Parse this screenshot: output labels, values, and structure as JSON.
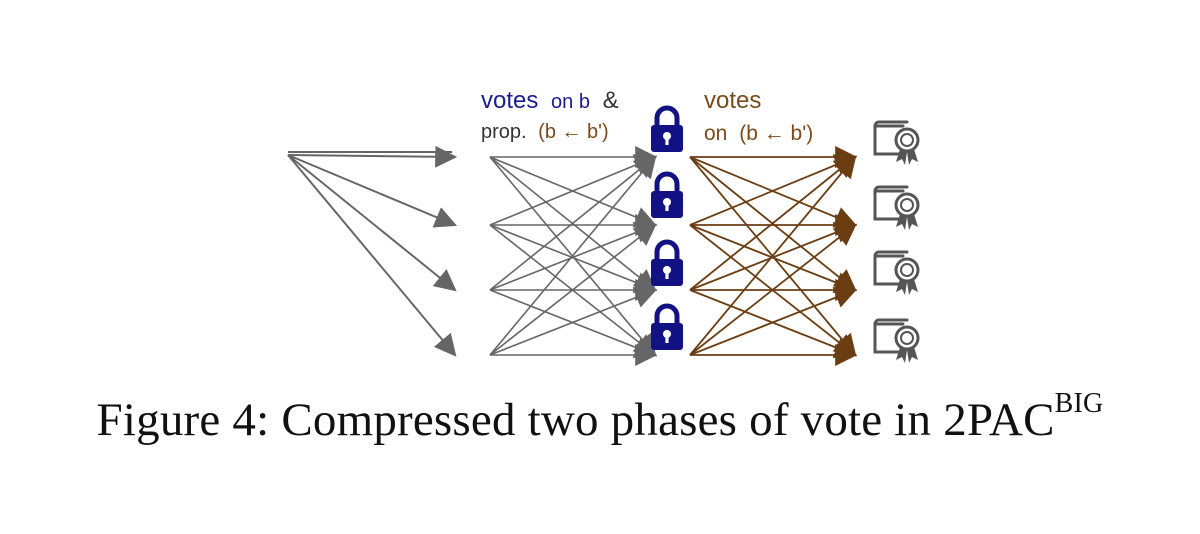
{
  "labels": {
    "phase1_votes": "votes",
    "phase1_on_b": "on b",
    "phase1_amp": "&",
    "phase1_prop": "prop.",
    "phase1_prop_expr": "(b ← b')",
    "phase2_votes": "votes",
    "phase2_on": "on",
    "phase2_expr": "(b ← b')"
  },
  "caption": {
    "text": "Figure 4: Compressed two phases of vote in 2PAC",
    "superscript": "BIG"
  },
  "colors": {
    "phase1_arrows": "#666666",
    "phase2_arrows": "#6b3d12",
    "lock": "#121285",
    "certificate": "#555555",
    "label_blue": "#1c1c8f",
    "label_brown": "#7a4a1a"
  },
  "icons": {
    "lock": "lock-icon",
    "certificate": "certificate-icon"
  },
  "node_count": 4
}
